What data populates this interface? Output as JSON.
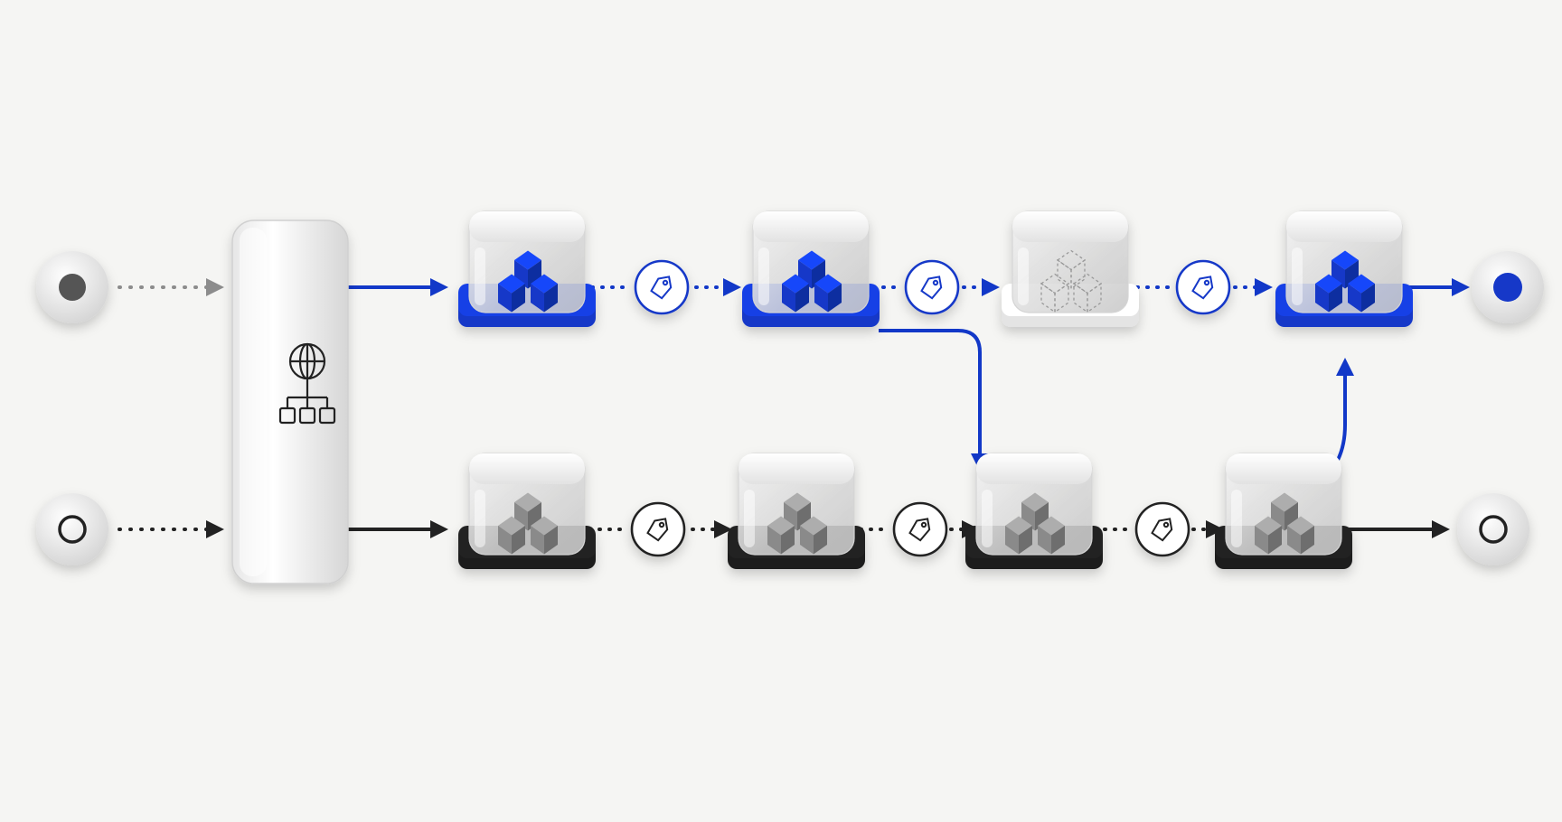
{
  "diagram": {
    "colors": {
      "background": "#f5f5f3",
      "accent_blue": "#1238c8",
      "dark": "#222222",
      "gray_cube": "#8a8a8a",
      "inactive_arrow": "#8c8c8c",
      "outline": "#b3b3b3"
    },
    "sources": [
      {
        "name": "source-node-top",
        "style": "filled-gray",
        "icon": "record-filled-icon"
      },
      {
        "name": "source-node-bottom",
        "style": "ring-dark",
        "icon": "record-ring-icon"
      }
    ],
    "gateway": {
      "name": "gateway-router",
      "icons": [
        "globe-icon",
        "hierarchy-icon"
      ]
    },
    "top_lane": {
      "color": "blue",
      "nodes": [
        {
          "name": "top-stage-1",
          "state": "active",
          "icon": "cubes-icon"
        },
        {
          "name": "top-stage-2",
          "state": "active",
          "icon": "cubes-icon"
        },
        {
          "name": "top-stage-3",
          "state": "inactive",
          "icon": "cubes-outline-icon"
        },
        {
          "name": "top-stage-4",
          "state": "active",
          "icon": "cubes-icon"
        }
      ],
      "tags": [
        "tag-icon",
        "tag-icon",
        "tag-icon"
      ],
      "sink": {
        "name": "sink-node-top",
        "style": "filled-blue",
        "icon": "record-filled-icon"
      }
    },
    "bottom_lane": {
      "color": "dark",
      "nodes": [
        {
          "name": "bottom-stage-1",
          "state": "neutral",
          "icon": "cubes-icon"
        },
        {
          "name": "bottom-stage-2",
          "state": "neutral",
          "icon": "cubes-icon"
        },
        {
          "name": "bottom-stage-3",
          "state": "neutral",
          "icon": "cubes-icon"
        },
        {
          "name": "bottom-stage-4",
          "state": "neutral",
          "icon": "cubes-icon"
        }
      ],
      "tags": [
        "tag-icon",
        "tag-icon",
        "tag-icon"
      ],
      "sink": {
        "name": "sink-node-bottom",
        "style": "ring-dark",
        "icon": "record-ring-icon"
      }
    },
    "cross_links": [
      {
        "from": "top-stage-2",
        "to": "bottom-stage-3"
      },
      {
        "from": "bottom-stage-4",
        "to": "top-stage-4"
      }
    ]
  }
}
